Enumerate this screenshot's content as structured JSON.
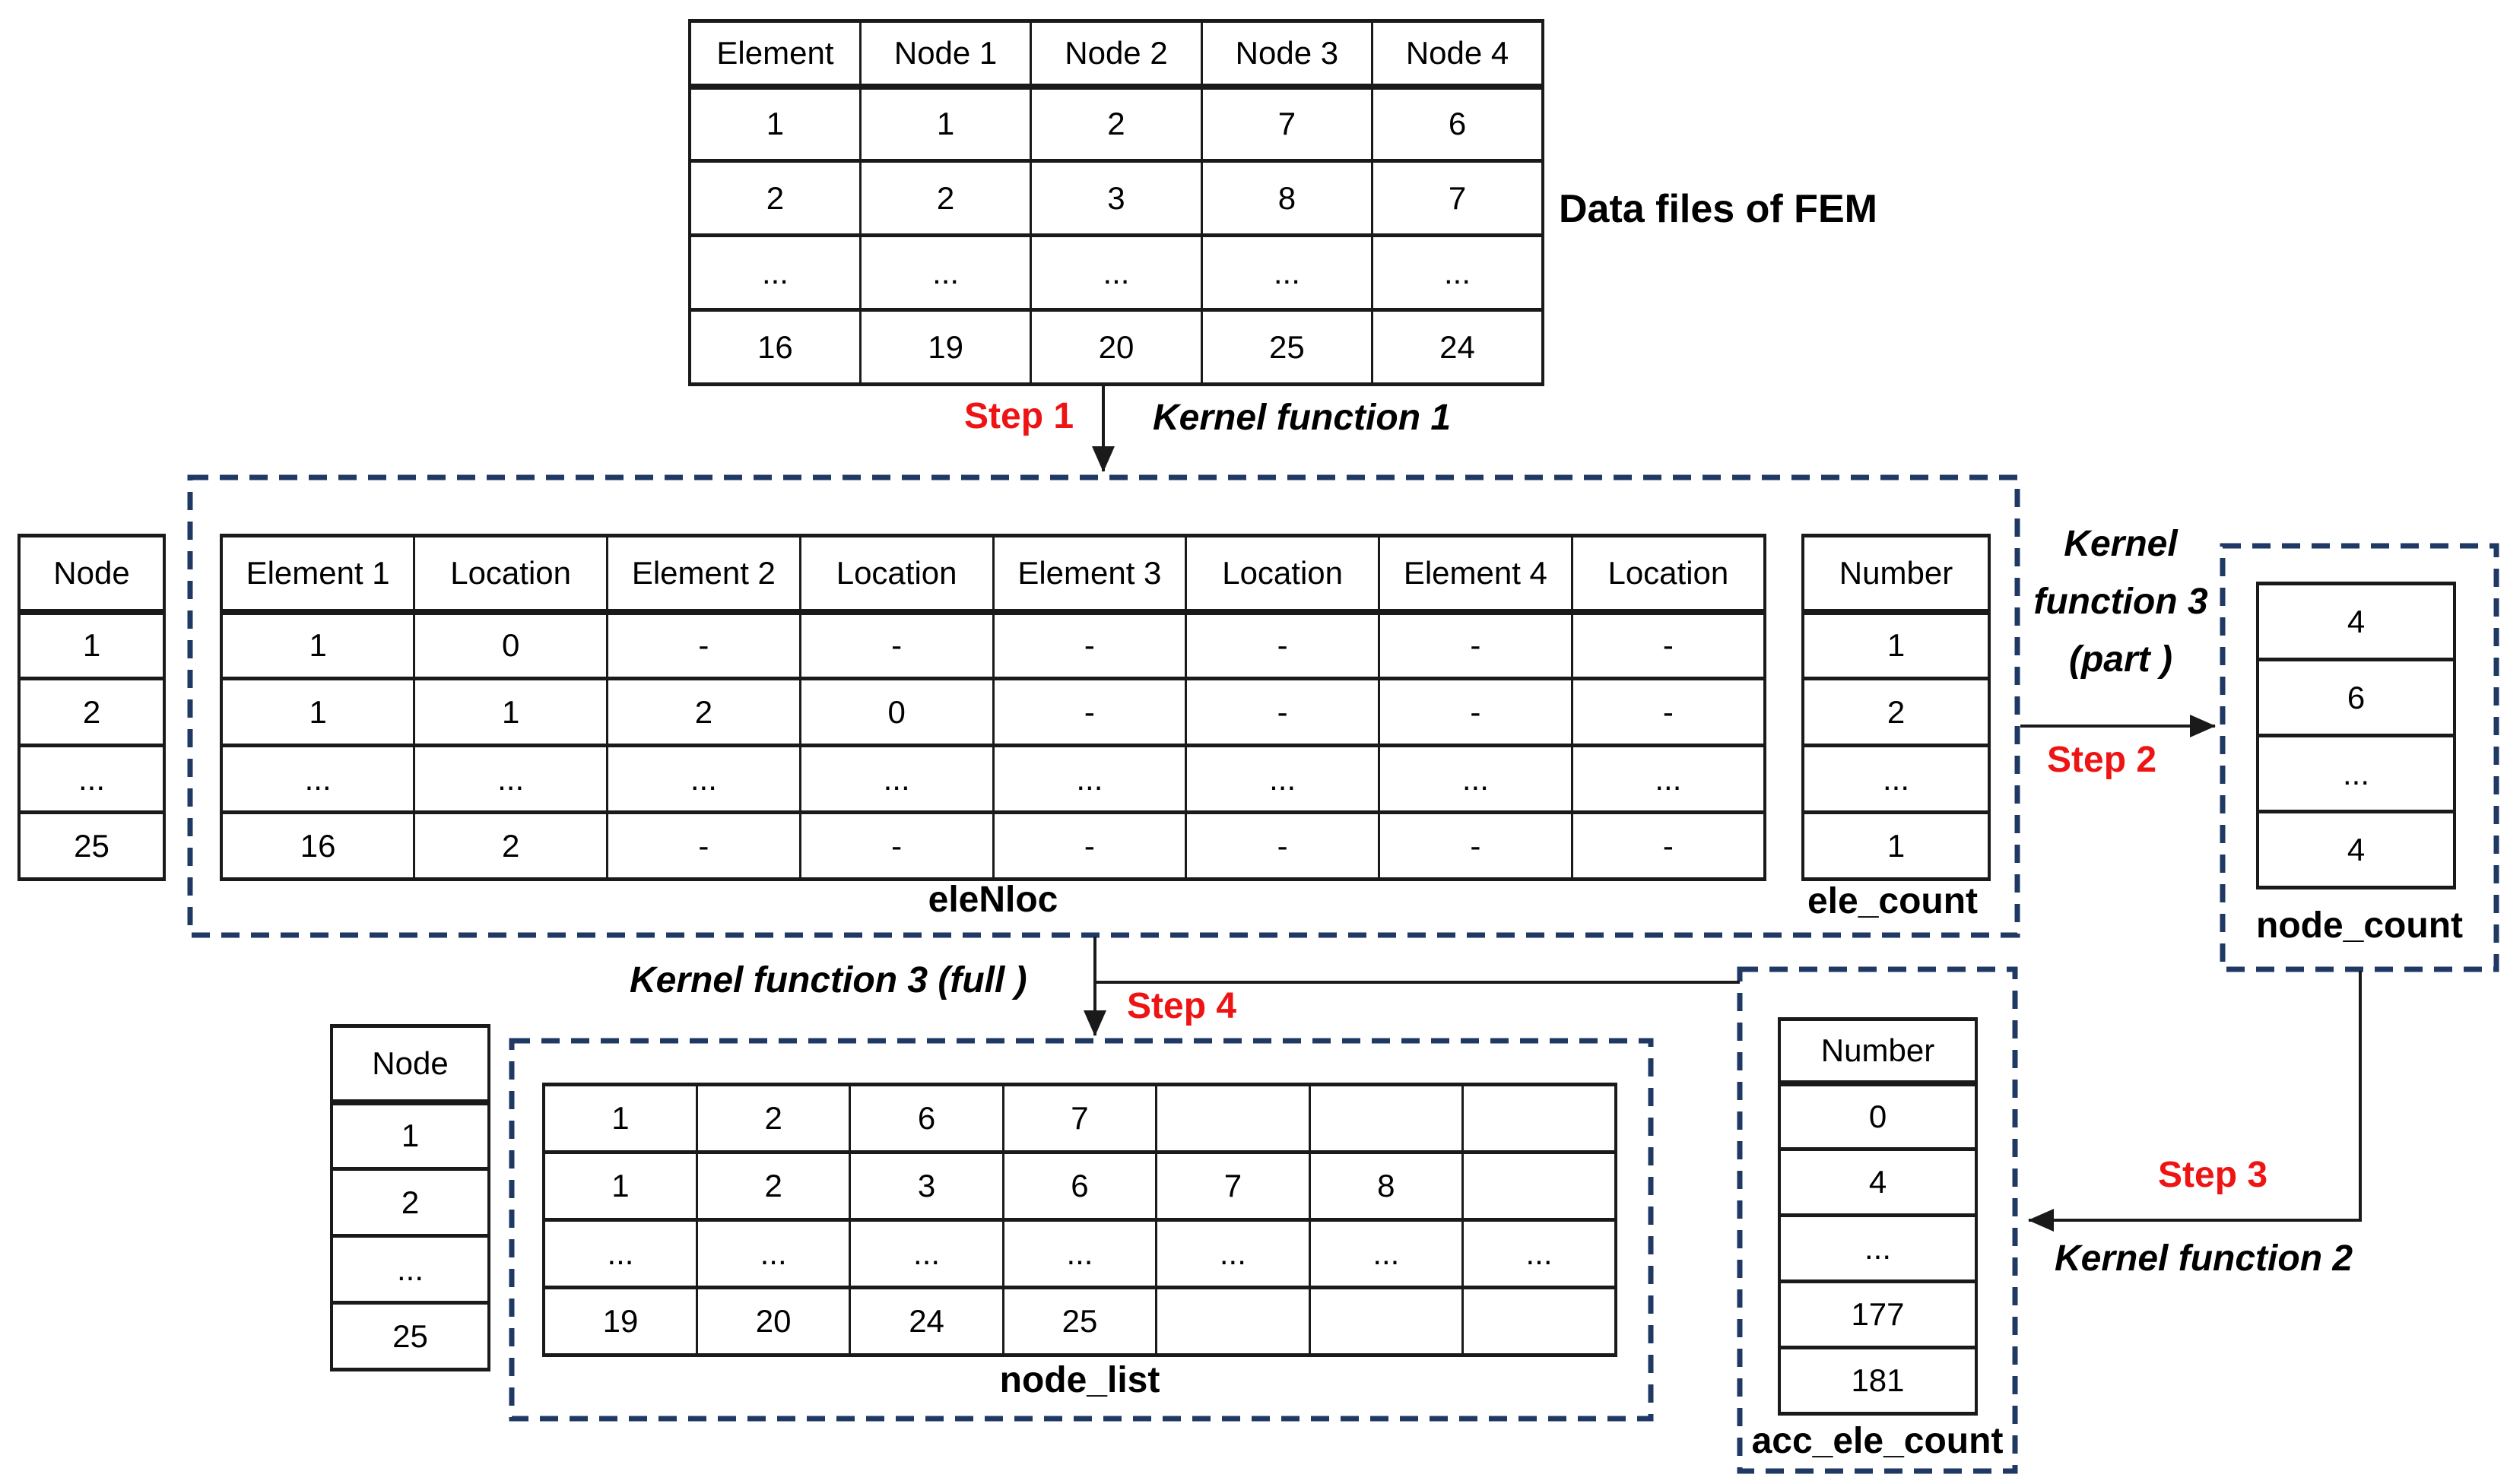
{
  "colors": {
    "dashed_box": "#1f3864",
    "step_text": "#ee1414",
    "line": "#1a1a1a"
  },
  "labels": {
    "fem_caption": "Data files of FEM",
    "step1": "Step 1",
    "kernel1": "Kernel function 1",
    "elenloc": "eleNloc",
    "ele_count": "ele_count",
    "kernel3_part_lines": [
      "Kernel",
      "function 3",
      "(part )"
    ],
    "step2": "Step 2",
    "node_count": "node_count",
    "step3": "Step 3",
    "kernel2": "Kernel function 2",
    "acc_ele_count": "acc_ele_count",
    "kernel3_full": "Kernel function 3  (full )",
    "step4": "Step 4",
    "node_list": "node_list"
  },
  "tables": {
    "fem": {
      "columns": [
        "Element",
        "Node 1",
        "Node 2",
        "Node 3",
        "Node 4"
      ],
      "rows": [
        [
          "1",
          "1",
          "2",
          "7",
          "6"
        ],
        [
          "2",
          "2",
          "3",
          "8",
          "7"
        ],
        [
          "...",
          "...",
          "...",
          "...",
          "..."
        ],
        [
          "16",
          "19",
          "20",
          "25",
          "24"
        ]
      ]
    },
    "node_axis": {
      "columns": [
        "Node"
      ],
      "rows": [
        [
          "1"
        ],
        [
          "2"
        ],
        [
          "..."
        ],
        [
          "25"
        ]
      ]
    },
    "elenloc": {
      "columns": [
        "Element 1",
        "Location",
        "Element 2",
        "Location",
        "Element 3",
        "Location",
        "Element 4",
        "Location"
      ],
      "rows": [
        [
          "1",
          "0",
          "-",
          "-",
          "-",
          "-",
          "-",
          "-"
        ],
        [
          "1",
          "1",
          "2",
          "0",
          "-",
          "-",
          "-",
          "-"
        ],
        [
          "...",
          "...",
          "...",
          "...",
          "...",
          "...",
          "...",
          "..."
        ],
        [
          "16",
          "2",
          "-",
          "-",
          "-",
          "-",
          "-",
          "-"
        ]
      ]
    },
    "ele_count": {
      "columns": [
        "Number"
      ],
      "rows": [
        [
          "1"
        ],
        [
          "2"
        ],
        [
          "..."
        ],
        [
          "1"
        ]
      ]
    },
    "node_count": {
      "rows": [
        [
          "4"
        ],
        [
          "6"
        ],
        [
          "..."
        ],
        [
          "4"
        ]
      ]
    },
    "acc_ele_count": {
      "columns": [
        "Number"
      ],
      "rows": [
        [
          "0"
        ],
        [
          "4"
        ],
        [
          "..."
        ],
        [
          "177"
        ],
        [
          "181"
        ]
      ]
    },
    "node_list": {
      "rows": [
        [
          "1",
          "2",
          "6",
          "7",
          "",
          "",
          ""
        ],
        [
          "1",
          "2",
          "3",
          "6",
          "7",
          "8",
          ""
        ],
        [
          "...",
          "...",
          "...",
          "...",
          "...",
          "...",
          "..."
        ],
        [
          "19",
          "20",
          "24",
          "25",
          "",
          "",
          ""
        ]
      ]
    }
  }
}
